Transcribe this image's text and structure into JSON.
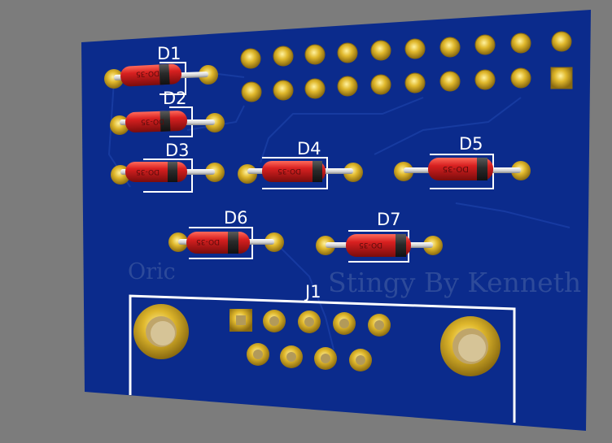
{
  "board": {
    "colors": {
      "background": "#7c7c7c",
      "soldermask": "#0b2b8c",
      "pad_gold": "#c8a020",
      "silkscreen": "#ffffff",
      "diode_body": "#c81c1c",
      "diode_band": "#2a2a2a",
      "lead": "#d8d8d8"
    },
    "silk_texts": {
      "left": "Oric",
      "right": "Stingy By Kenneth"
    },
    "header": {
      "name": "pin-header",
      "pin_count": 20,
      "rows": 2,
      "columns": 10
    },
    "diodes": [
      {
        "ref": "D1",
        "package": "DO-35"
      },
      {
        "ref": "D2",
        "package": "DO-35"
      },
      {
        "ref": "D3",
        "package": "DO-35"
      },
      {
        "ref": "D4",
        "package": "DO-35"
      },
      {
        "ref": "D5",
        "package": "DO-35"
      },
      {
        "ref": "D6",
        "package": "DO-35"
      },
      {
        "ref": "D7",
        "package": "DO-35"
      }
    ],
    "connector": {
      "ref": "J1",
      "pin_count": 9
    }
  }
}
